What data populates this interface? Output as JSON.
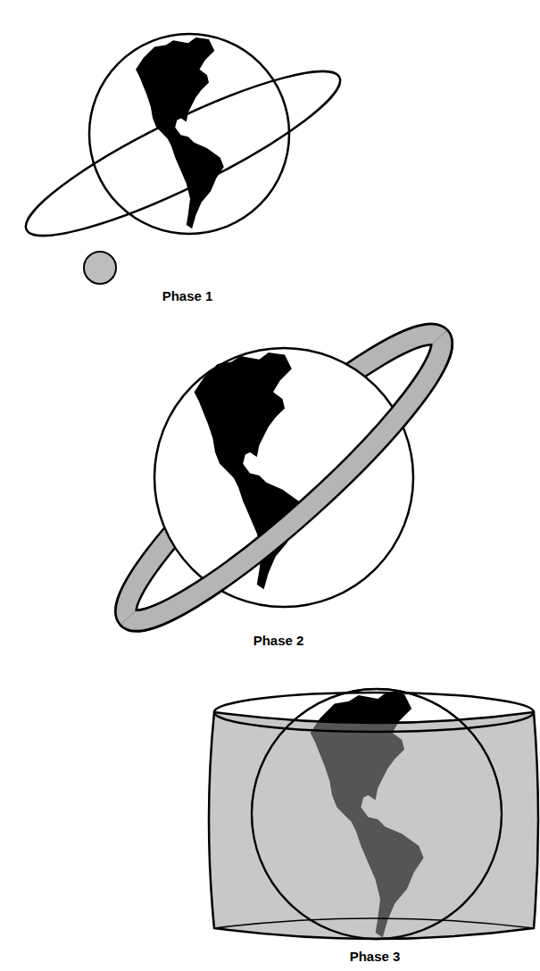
{
  "diagram": {
    "labels": [
      "Phase 1",
      "Phase 2",
      "Phase 3"
    ]
  }
}
